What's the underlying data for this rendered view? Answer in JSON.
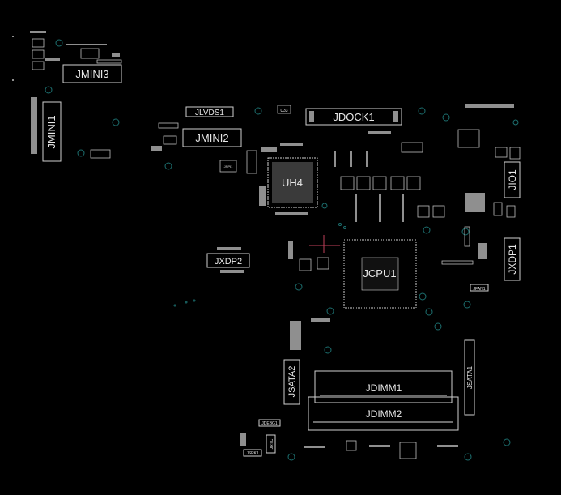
{
  "board": {
    "background": "#000000",
    "outline_color": "#d0d0d0",
    "hole_color": "#1c6e6e",
    "marker_color": "#c0405a"
  },
  "connectors": {
    "jmini3": "JMINI3",
    "jmini1": "JMINI1",
    "jlvds1": "JLVDS1",
    "jmini2": "JMINI2",
    "jdock1": "JDOCK1",
    "uh4": "UH4",
    "jio1": "JIO1",
    "jxdp2": "JXDP2",
    "jcpu1": "JCPU1",
    "jxdp1": "JXDP1",
    "jfan1": "JFAN1",
    "jsata2": "JSATA2",
    "jsata1": "JSATA1",
    "jdimm1": "JDIMM1",
    "jdimm2": "JDIMM2",
    "jdebug1": "JDEBG1",
    "jspk1": "JSPK1",
    "jrtc": "JRTC",
    "u33": "U33",
    "jspi": "JSPI1"
  }
}
